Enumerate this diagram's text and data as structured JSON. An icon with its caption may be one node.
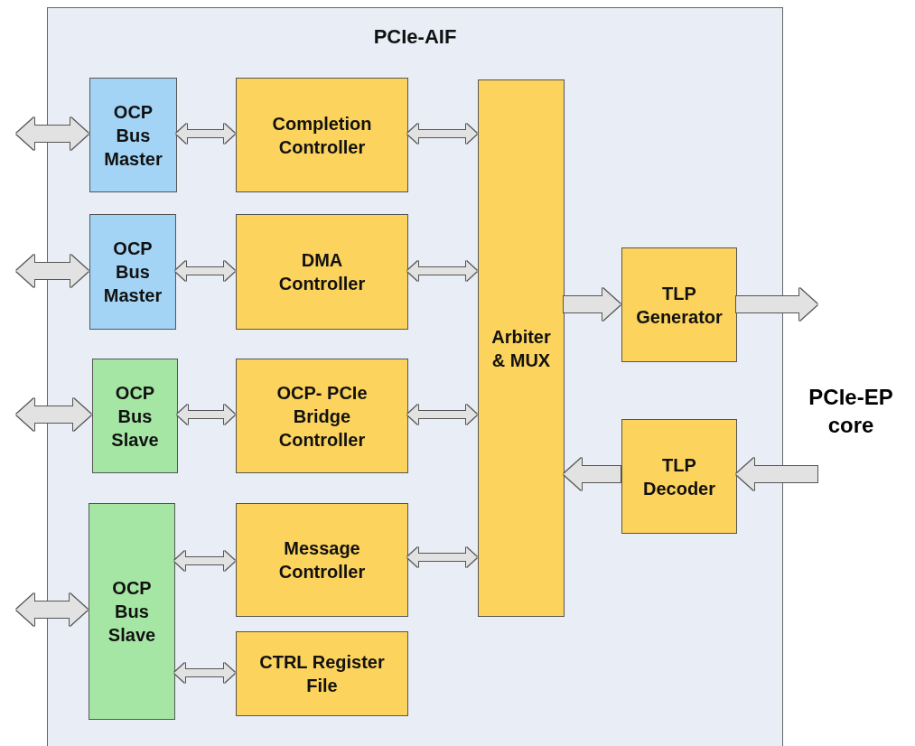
{
  "diagram": {
    "nodes": [
      {
        "text": [
          "PCIe-AIF"
        ]
      },
      {
        "text": [
          "OCP Bus Master"
        ],
        "in": 0
      },
      {
        "text": [
          "Completion Controller"
        ],
        "in": 0
      },
      {
        "text": [
          "OCP Bus Master"
        ],
        "in": 0
      },
      {
        "text": [
          "DMA Controller"
        ],
        "in": 0
      },
      {
        "text": [
          "OCP Bus Slave"
        ],
        "in": 0
      },
      {
        "text": [
          "OCP- PCIe Bridge Controller"
        ],
        "in": 0
      },
      {
        "text": [
          "OCP Bus Slave"
        ],
        "in": 0
      },
      {
        "text": [
          "Message Controller"
        ],
        "in": 0
      },
      {
        "text": [
          "CTRL Register File"
        ],
        "in": 0
      },
      {
        "text": [
          "Arbiter & MUX"
        ],
        "in": 0
      },
      {
        "text": [
          "TLP Generator"
        ],
        "in": 0
      },
      {
        "text": [
          "TLP Decoder"
        ],
        "in": 0
      }
    ],
    "edges": [
      {
        "from": null,
        "to": 1,
        "arrow": "both",
        "style": "thick"
      },
      {
        "from": 1,
        "to": 2,
        "arrow": "both"
      },
      {
        "from": 2,
        "to": 10,
        "arrow": "both"
      },
      {
        "from": null,
        "to": 3,
        "arrow": "both",
        "style": "thick"
      },
      {
        "from": 3,
        "to": 4,
        "arrow": "both"
      },
      {
        "from": 4,
        "to": 10,
        "arrow": "both"
      },
      {
        "from": null,
        "to": 5,
        "arrow": "both",
        "style": "thick"
      },
      {
        "from": 5,
        "to": 6,
        "arrow": "both"
      },
      {
        "from": 6,
        "to": 10,
        "arrow": "both"
      },
      {
        "from": 7,
        "to": 8,
        "arrow": "both"
      },
      {
        "from": 8,
        "to": 10,
        "arrow": "both"
      },
      {
        "from": null,
        "to": 7,
        "arrow": "both",
        "style": "thick"
      },
      {
        "from": 7,
        "to": 9,
        "arrow": "both"
      },
      {
        "from": 10,
        "to": 11,
        "arrow": "to",
        "style": "thick"
      },
      {
        "from": 11,
        "to": null,
        "arrow": "to",
        "style": "thick"
      },
      {
        "from": null,
        "to": 12,
        "arrow": "to",
        "style": "thick"
      },
      {
        "from": 12,
        "to": 10,
        "arrow": "to",
        "style": "thick"
      }
    ],
    "labels": [
      "PCIe-EP core"
    ]
  }
}
